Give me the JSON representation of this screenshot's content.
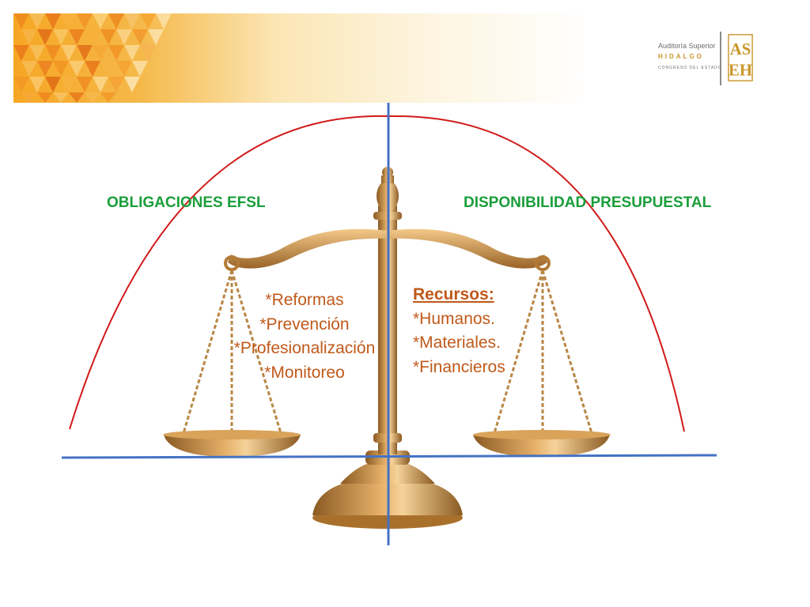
{
  "header": {
    "logo": {
      "line1": "Auditoría Superior",
      "line2": "HIDALGO",
      "line3": "CONGRESO DEL ESTADO",
      "mark": "ASEH"
    }
  },
  "labels": {
    "left_title": "OBLIGACIONES  EFSL",
    "right_title": "DISPONIBILIDAD PRESUPUESTAL"
  },
  "left_list": {
    "items": [
      "*Reformas",
      "*Prevención",
      "*Profesionalización",
      "*Monitoreo"
    ]
  },
  "right_list": {
    "heading": "Recursos:",
    "items": [
      "*Humanos.",
      "*Materiales.",
      "*Financieros"
    ]
  },
  "colors": {
    "title_green": "#1a9e3a",
    "list_orange": "#c0591a",
    "curve_red": "#d11a1a",
    "axis_blue": "#4472c4",
    "scale_gold": "#c8893a"
  }
}
